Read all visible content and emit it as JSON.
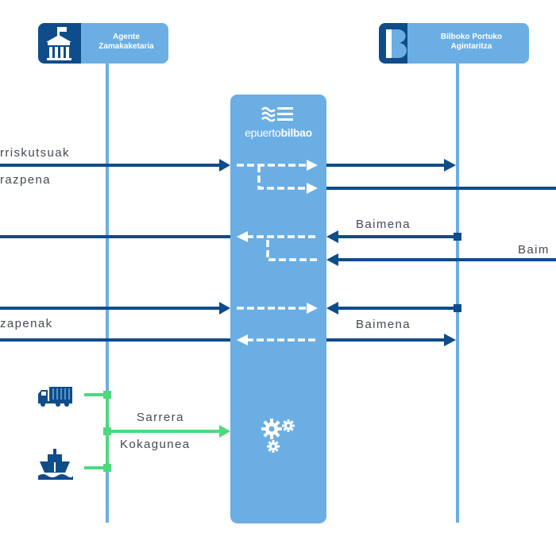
{
  "actors": {
    "agent": {
      "line1": "Agente",
      "line2": "Zamakaketaria",
      "icon": "customs-building-icon"
    },
    "port_authority": {
      "line1": "Bilboko Portuko",
      "line2": "Agintaritza",
      "icon": "port-authority-logo-icon"
    }
  },
  "hub": {
    "logo_prefix": "epuerto",
    "logo_suffix": "bilbao",
    "icon": "gears-icon"
  },
  "messages": {
    "m1": "rriskutsuak",
    "m2": "razpena",
    "m3": "Baimena",
    "m4": "Baim",
    "m5": "zapenak",
    "m6": "Baimena",
    "m7": "Sarrera",
    "m8": "Kokagunea"
  },
  "vehicles": {
    "truck": "truck-icon",
    "ship": "ship-icon"
  },
  "colors": {
    "dark_blue": "#0f4c8a",
    "light_blue": "#6aaee3",
    "green": "#4ed87e",
    "white": "#ffffff"
  }
}
